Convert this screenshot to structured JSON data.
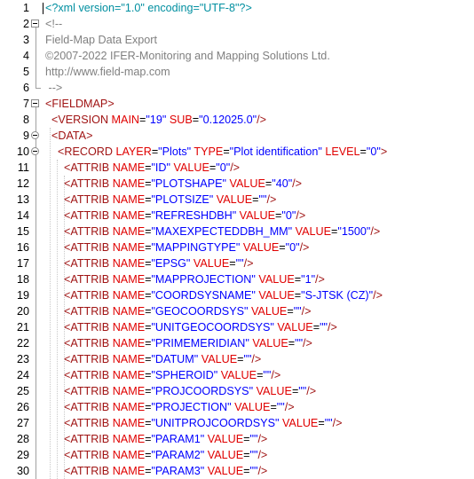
{
  "colors": {
    "processing_instruction": "#008fa0",
    "comment": "#808080",
    "tag": "#a01414",
    "attribute_name": "#e00000",
    "attribute_value": "#0000ff",
    "line_number": "#000000"
  },
  "lines": [
    {
      "n": "1",
      "fold": "none",
      "tokens": [
        {
          "c": "t-pi",
          "t": "<?xml version=\"1.0\" encoding=\"UTF-8\"?>"
        }
      ]
    },
    {
      "n": "2",
      "fold": "open",
      "tokens": [
        {
          "c": "t-com",
          "t": "<!--"
        }
      ]
    },
    {
      "n": "3",
      "fold": "line",
      "tokens": [
        {
          "c": "t-com",
          "t": "Field-Map Data Export"
        }
      ]
    },
    {
      "n": "4",
      "fold": "line",
      "tokens": [
        {
          "c": "t-com",
          "t": "©2007-2022 IFER-Monitoring and Mapping Solutions Ltd."
        }
      ]
    },
    {
      "n": "5",
      "fold": "line",
      "tokens": [
        {
          "c": "t-com",
          "t": "http://www.field-map.com"
        }
      ]
    },
    {
      "n": "6",
      "fold": "end",
      "tokens": [
        {
          "c": "t-com",
          "t": " -->"
        }
      ]
    },
    {
      "n": "7",
      "fold": "open",
      "tokens": [
        {
          "c": "t-tag",
          "t": "<FIELDMAP>"
        }
      ]
    },
    {
      "n": "8",
      "fold": "line",
      "tokens": [
        {
          "c": "t-tag",
          "t": "  <VERSION "
        },
        {
          "c": "t-at",
          "t": "MAIN"
        },
        {
          "c": "t-eq",
          "t": "="
        },
        {
          "c": "t-val",
          "t": "\"19\""
        },
        {
          "c": "t-tag",
          "t": " "
        },
        {
          "c": "t-at",
          "t": "SUB"
        },
        {
          "c": "t-eq",
          "t": "="
        },
        {
          "c": "t-val",
          "t": "\"0.12025.0\""
        },
        {
          "c": "t-tag",
          "t": "/>"
        }
      ]
    },
    {
      "n": "9",
      "fold": "open-round",
      "tokens": [
        {
          "c": "t-tag",
          "t": "  <DATA>"
        }
      ]
    },
    {
      "n": "10",
      "fold": "open-round",
      "tokens": [
        {
          "c": "t-tag",
          "t": "    <RECORD "
        },
        {
          "c": "t-at",
          "t": "LAYER"
        },
        {
          "c": "t-eq",
          "t": "="
        },
        {
          "c": "t-val",
          "t": "\"Plots\""
        },
        {
          "c": "t-tag",
          "t": " "
        },
        {
          "c": "t-at",
          "t": "TYPE"
        },
        {
          "c": "t-eq",
          "t": "="
        },
        {
          "c": "t-val",
          "t": "\"Plot identification\""
        },
        {
          "c": "t-tag",
          "t": " "
        },
        {
          "c": "t-at",
          "t": "LEVEL"
        },
        {
          "c": "t-eq",
          "t": "="
        },
        {
          "c": "t-val",
          "t": "\"0\""
        },
        {
          "c": "t-tag",
          "t": ">"
        }
      ]
    },
    {
      "n": "11",
      "fold": "line",
      "attrib": [
        "ID",
        "\"0\""
      ]
    },
    {
      "n": "12",
      "fold": "line",
      "attrib": [
        "PLOTSHAPE",
        "\"40\""
      ]
    },
    {
      "n": "13",
      "fold": "line",
      "attrib": [
        "PLOTSIZE",
        "\"\""
      ]
    },
    {
      "n": "14",
      "fold": "line",
      "attrib": [
        "REFRESHDBH",
        "\"0\""
      ]
    },
    {
      "n": "15",
      "fold": "line",
      "attrib": [
        "MAXEXPECTEDDBH_MM",
        "\"1500\""
      ]
    },
    {
      "n": "16",
      "fold": "line",
      "attrib": [
        "MAPPINGTYPE",
        "\"0\""
      ]
    },
    {
      "n": "17",
      "fold": "line",
      "attrib": [
        "EPSG",
        "\"\""
      ]
    },
    {
      "n": "18",
      "fold": "line",
      "attrib": [
        "MAPPROJECTION",
        "\"1\""
      ]
    },
    {
      "n": "19",
      "fold": "line",
      "attrib": [
        "COORDSYSNAME",
        "\"S-JTSK (CZ)\""
      ]
    },
    {
      "n": "20",
      "fold": "line",
      "attrib": [
        "GEOCOORDSYS",
        "\"\""
      ]
    },
    {
      "n": "21",
      "fold": "line",
      "attrib": [
        "UNITGEOCOORDSYS",
        "\"\""
      ]
    },
    {
      "n": "22",
      "fold": "line",
      "attrib": [
        "PRIMEMERIDIAN",
        "\"\""
      ]
    },
    {
      "n": "23",
      "fold": "line",
      "attrib": [
        "DATUM",
        "\"\""
      ]
    },
    {
      "n": "24",
      "fold": "line",
      "attrib": [
        "SPHEROID",
        "\"\""
      ]
    },
    {
      "n": "25",
      "fold": "line",
      "attrib": [
        "PROJCOORDSYS",
        "\"\""
      ]
    },
    {
      "n": "26",
      "fold": "line",
      "attrib": [
        "PROJECTION",
        "\"\""
      ]
    },
    {
      "n": "27",
      "fold": "line",
      "attrib": [
        "UNITPROJCOORDSYS",
        "\"\""
      ]
    },
    {
      "n": "28",
      "fold": "line",
      "attrib": [
        "PARAM1",
        "\"\""
      ]
    },
    {
      "n": "29",
      "fold": "line",
      "attrib": [
        "PARAM2",
        "\"\""
      ]
    },
    {
      "n": "30",
      "fold": "line",
      "attrib": [
        "PARAM3",
        "\"\""
      ]
    }
  ],
  "attrib_tag": "<ATTRIB ",
  "attrib_name_key": "NAME",
  "attrib_value_key": "VALUE",
  "attrib_close": "/>"
}
